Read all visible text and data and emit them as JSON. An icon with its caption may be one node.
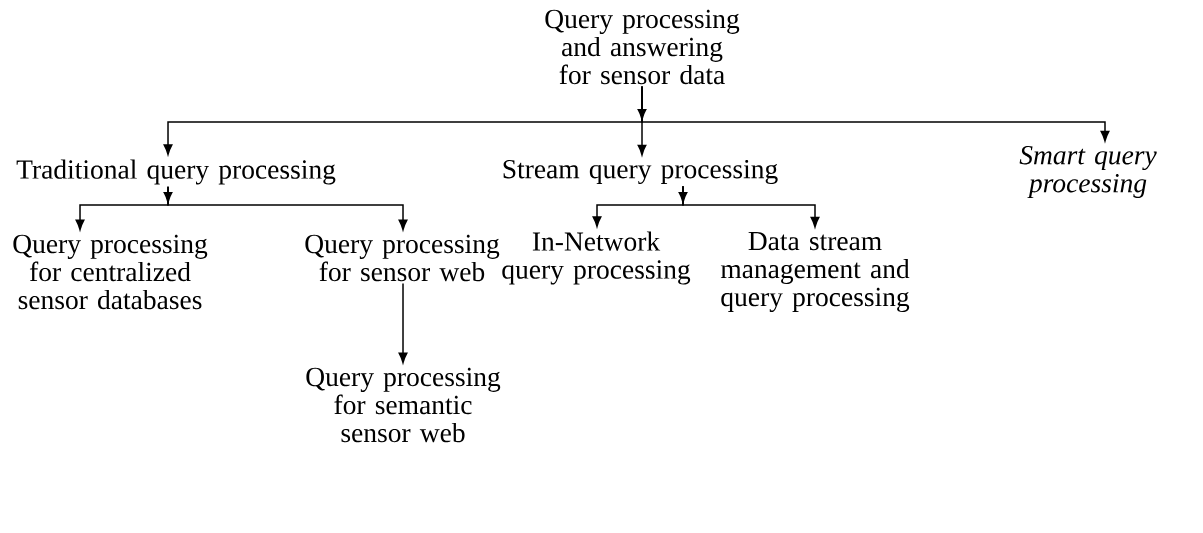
{
  "diagram": {
    "nodes": [
      {
        "text": [
          "Query processing and answering for sensor data"
        ]
      },
      {
        "text": [
          "Traditional query processing"
        ]
      },
      {
        "text": [
          "Stream query processing"
        ]
      },
      {
        "text": [
          "Smart query processing"
        ]
      },
      {
        "text": [
          "Query processing for centralized sensor databases"
        ]
      },
      {
        "text": [
          "Query processing for sensor web"
        ]
      },
      {
        "text": [
          "In-Network query processing"
        ]
      },
      {
        "text": [
          "Data stream management and query processing"
        ]
      },
      {
        "text": [
          "Query processing for semantic sensor web"
        ]
      }
    ],
    "edges": [
      {
        "from": 0,
        "to": 1,
        "arrow": "to"
      },
      {
        "from": 0,
        "to": 2,
        "arrow": "to"
      },
      {
        "from": 0,
        "to": 3,
        "arrow": "to"
      },
      {
        "from": 1,
        "to": 4,
        "arrow": "to"
      },
      {
        "from": 1,
        "to": 5,
        "arrow": "to"
      },
      {
        "from": 2,
        "to": 6,
        "arrow": "to"
      },
      {
        "from": 2,
        "to": 7,
        "arrow": "to"
      },
      {
        "from": 5,
        "to": 8,
        "arrow": "to"
      }
    ]
  }
}
